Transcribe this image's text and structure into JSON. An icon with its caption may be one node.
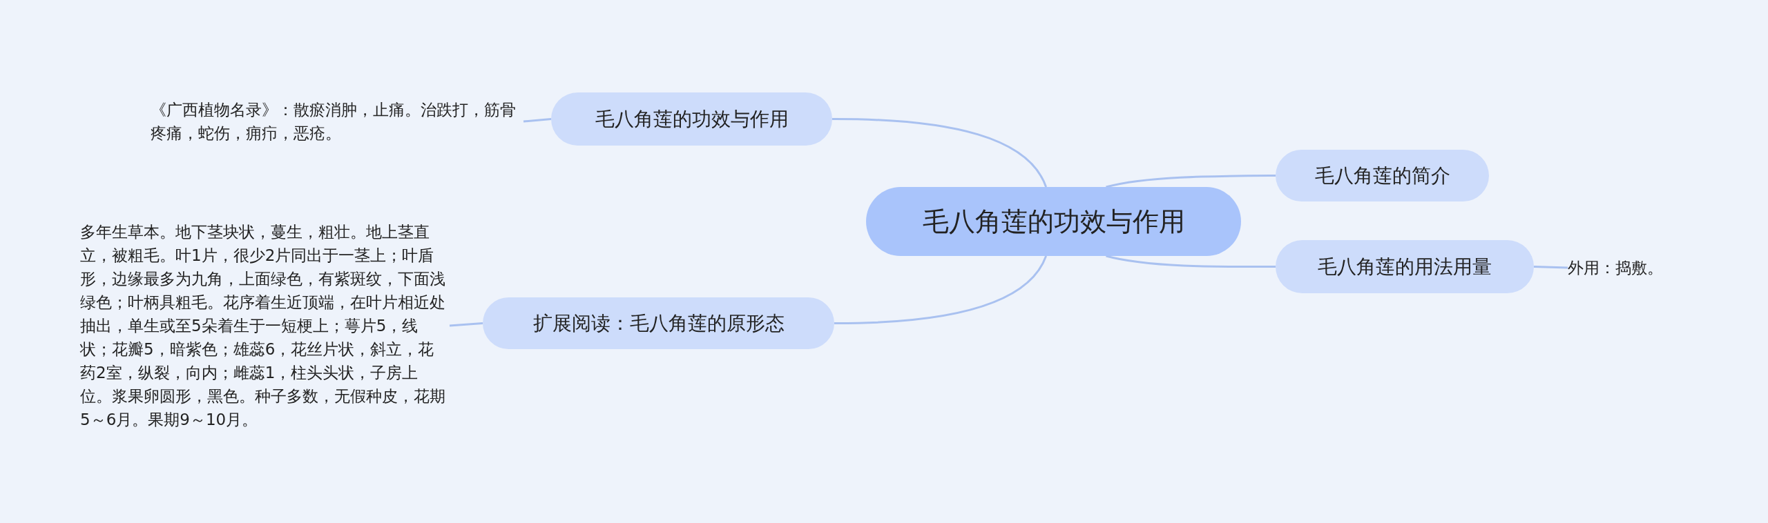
{
  "diagram": {
    "nodes": [
      {
        "text": [
          "毛八角莲的功效与作用"
        ]
      },
      {
        "text": [
          "毛八角莲的功效与作用"
        ]
      },
      {
        "text": [
          "《广西植物名录》：散瘀消肿，止痛。治跌打，筋骨疼痛，蛇伤，痈疖，恶疮。"
        ]
      },
      {
        "text": [
          "毛八角莲的简介"
        ]
      },
      {
        "text": [
          "毛八角莲的用法用量"
        ]
      },
      {
        "text": [
          "外用：捣敷。"
        ]
      },
      {
        "text": [
          "扩展阅读：毛八角莲的原形态"
        ]
      },
      {
        "text": [
          "多年生草本。地下茎块状，蔓生，粗壮。地上茎直立，被粗毛。叶1片，很少2片同出于一茎上；叶盾形，边缘最多为九角，上面绿色，有紫斑纹，下面浅绿色；叶柄具粗毛。花序着生近顶端，在叶片相近处抽出，单生或至5朵着生于一短梗上；萼片5，线状；花瓣5，暗紫色；雄蕊6，花丝片状，斜立，花药2室，纵裂，向内；雌蕊1，柱头头状，子房上位。浆果卵圆形，黑色。种子多数，无假种皮，花期5～6月。果期9～10月。"
        ]
      }
    ],
    "edges": [
      {
        "from": 0,
        "to": 1,
        "arrow": "none"
      },
      {
        "from": 1,
        "to": 2,
        "arrow": "none"
      },
      {
        "from": 0,
        "to": 3,
        "arrow": "none"
      },
      {
        "from": 0,
        "to": 4,
        "arrow": "none"
      },
      {
        "from": 4,
        "to": 5,
        "arrow": "none"
      },
      {
        "from": 0,
        "to": 6,
        "arrow": "none"
      },
      {
        "from": 6,
        "to": 7,
        "arrow": "none"
      }
    ]
  }
}
